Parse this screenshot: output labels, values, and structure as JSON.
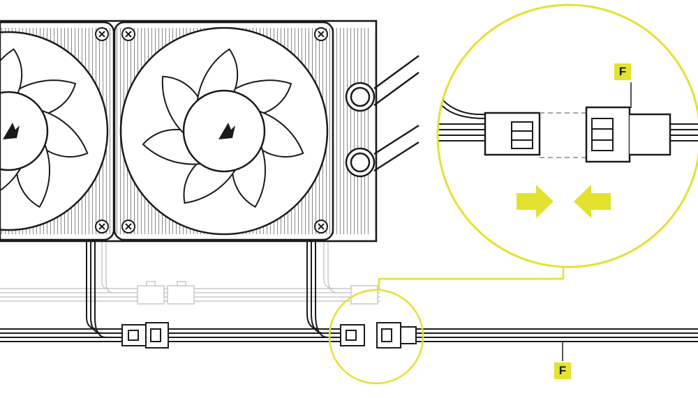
{
  "labels": {
    "callout_top": "F",
    "callout_bottom": "F"
  },
  "colors": {
    "line": "#1a1a1a",
    "accent": "#e3e22f",
    "faded": "#c8c8c8",
    "background": "#ffffff"
  },
  "icons": {
    "fan_logo": "corsair-sail-logo",
    "screw": "screw-icon",
    "arrow_right": "arrow-right-icon",
    "arrow_left": "arrow-left-icon"
  }
}
